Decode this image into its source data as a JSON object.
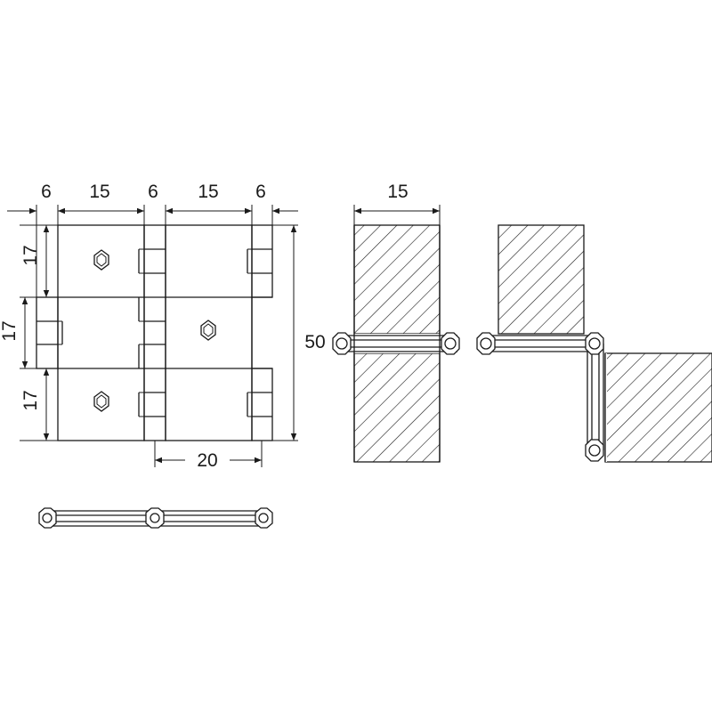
{
  "dimensions": {
    "top": [
      "6",
      "15",
      "6",
      "15",
      "6"
    ],
    "left": [
      "17",
      "17",
      "17"
    ],
    "height": "50",
    "bottom": "20",
    "wall_width": "15"
  },
  "colors": {
    "line": "#1a1a1a",
    "background": "#ffffff"
  }
}
